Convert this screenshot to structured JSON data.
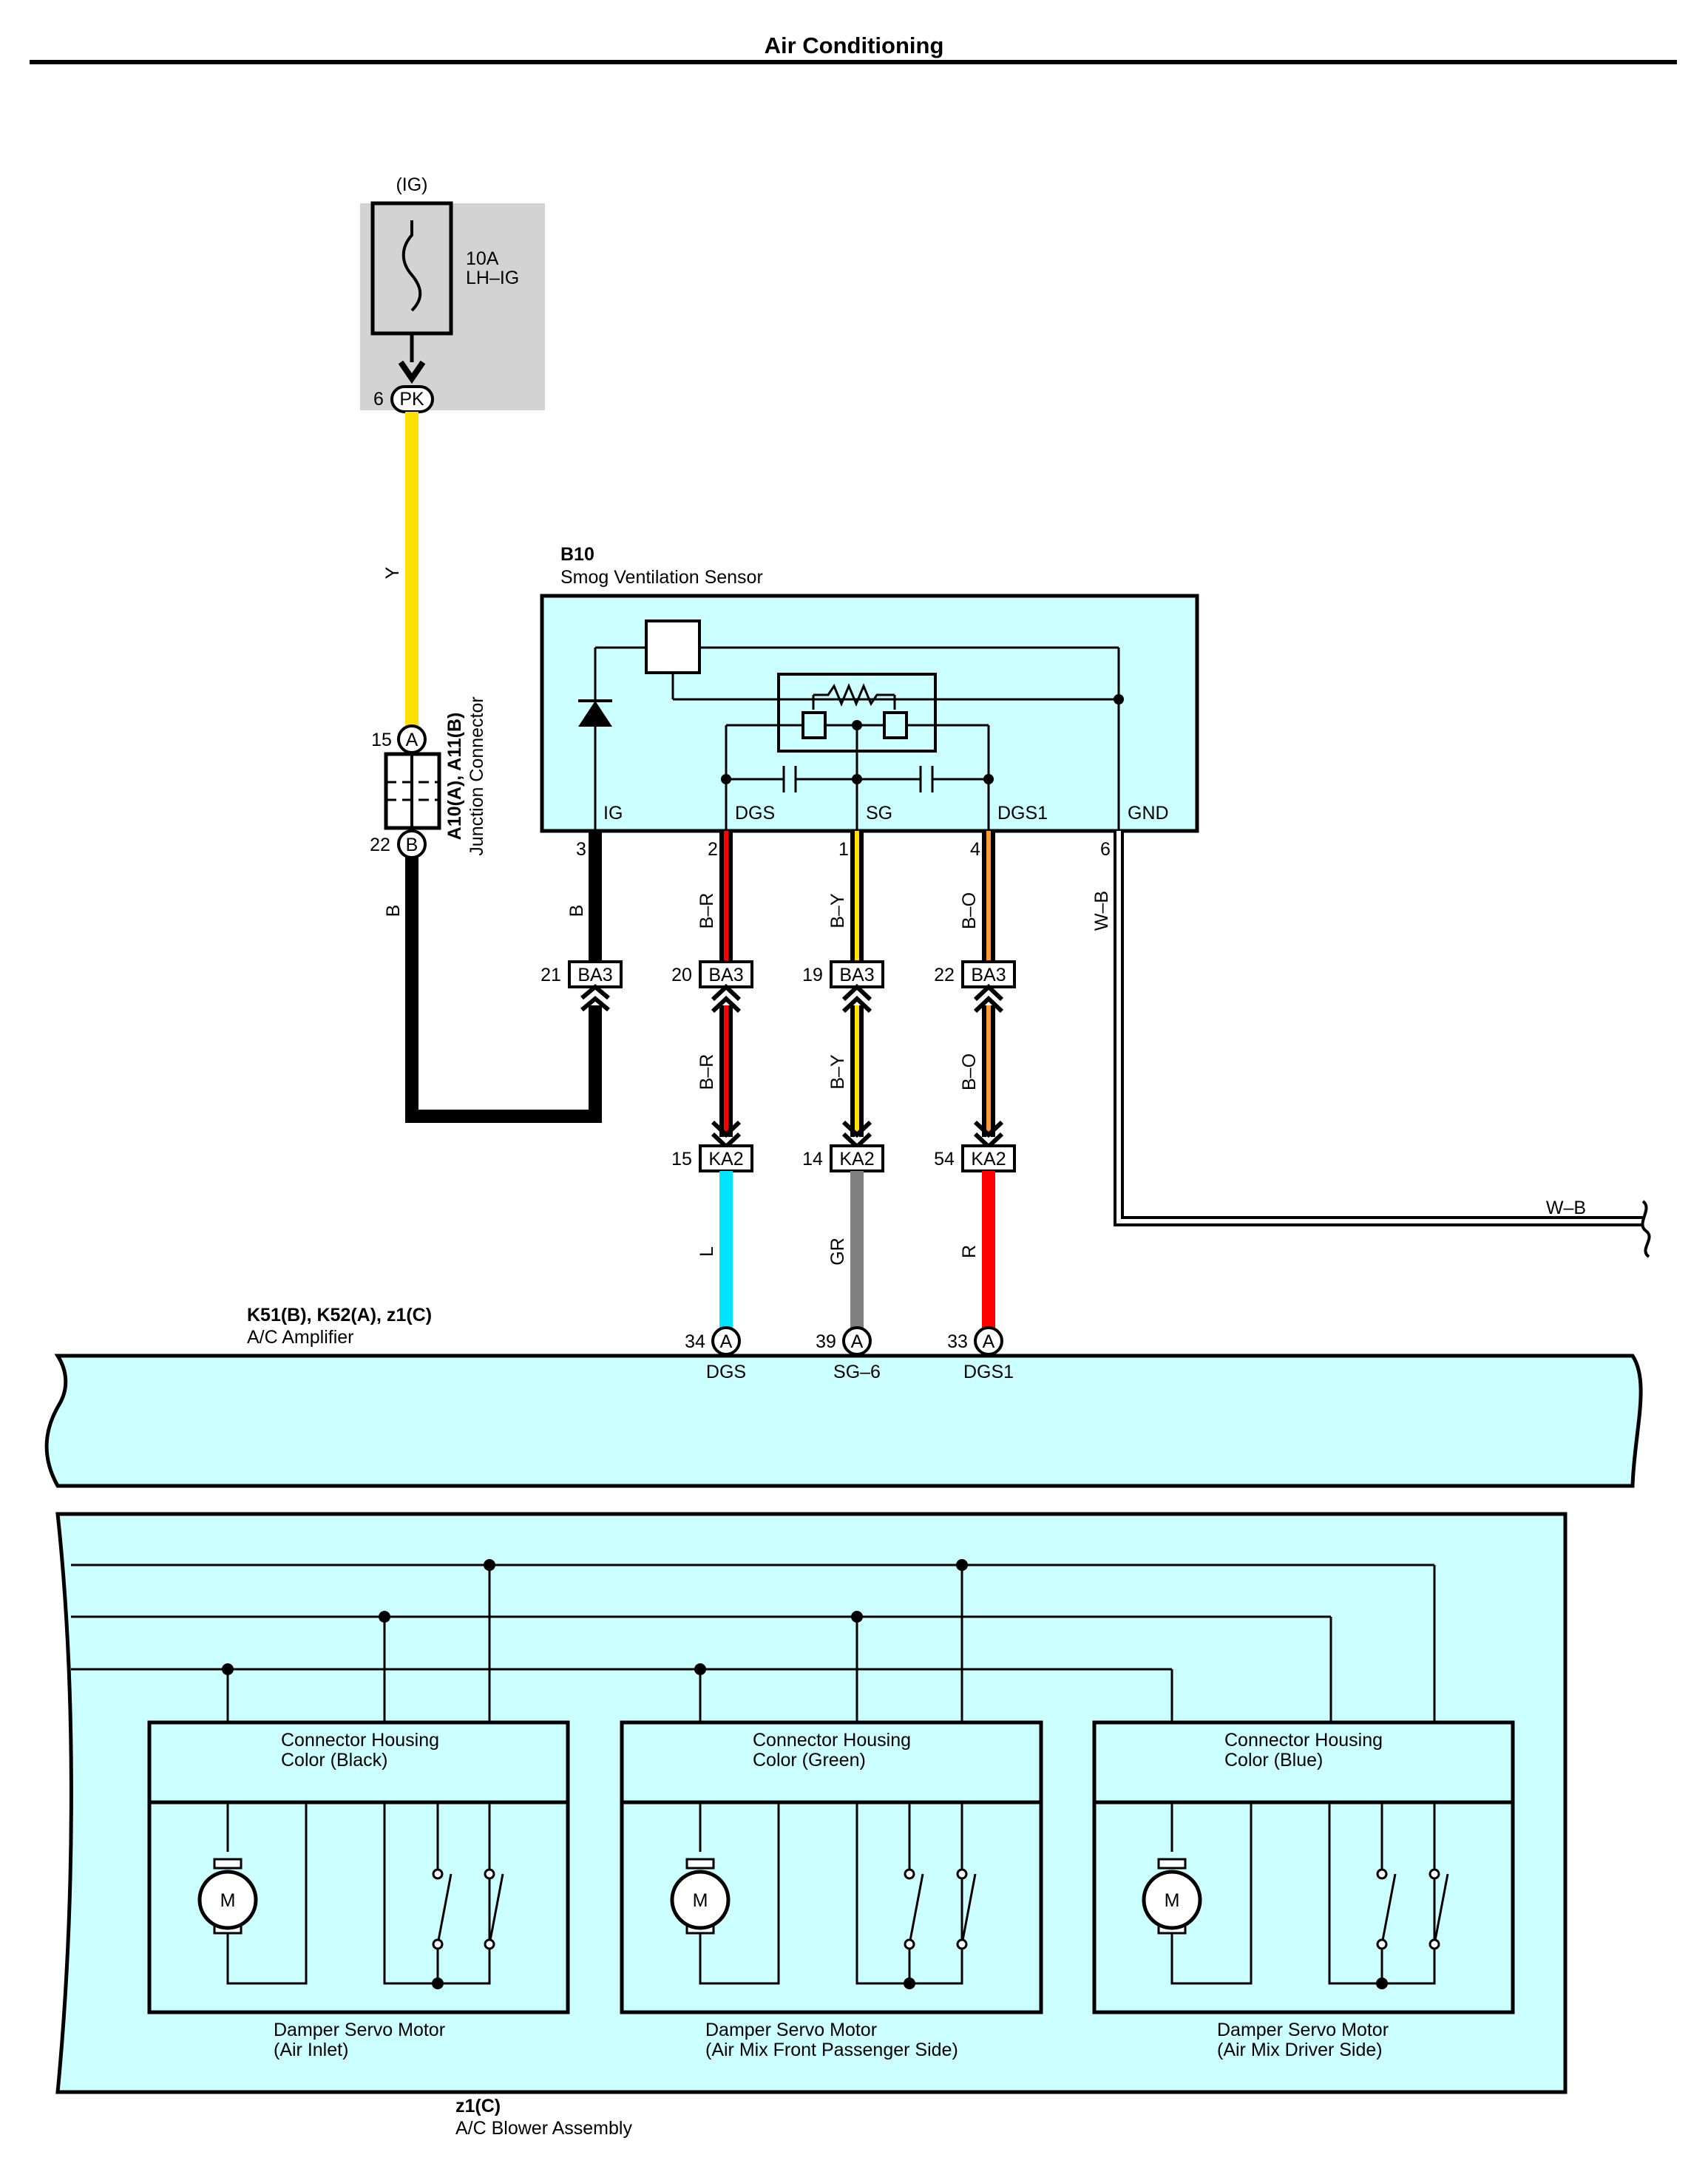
{
  "title": "Air Conditioning",
  "colors": {
    "component_fill": "#ccffff",
    "fuse_box_fill": "#d3d3d3",
    "wire_Y": "#ffe000",
    "wire_B": "#000000",
    "wire_R": "#ff0000",
    "wire_L": "#00e5ff",
    "wire_GR": "#808080",
    "wire_O": "#ff9933",
    "wire_W": "#ffffff"
  },
  "fuse": {
    "circuit": "(IG)",
    "rating": "10A",
    "name": "LH–IG",
    "pin_number": "6",
    "pin_code": "PK"
  },
  "junction": {
    "id": "A10(A), A11(B)",
    "name": "Junction Connector",
    "pin_top_number": "15",
    "pin_top_code": "A",
    "pin_bottom_number": "22",
    "pin_bottom_code": "B"
  },
  "sensor": {
    "id": "B10",
    "name": "Smog Ventilation Sensor",
    "pins": [
      {
        "name": "IG",
        "number": "3"
      },
      {
        "name": "DGS",
        "number": "2"
      },
      {
        "name": "SG",
        "number": "1"
      },
      {
        "name": "DGS1",
        "number": "4"
      },
      {
        "name": "GND",
        "number": "6"
      }
    ]
  },
  "wires": {
    "fuse_to_junction": "Y",
    "junction_to_ba3": "B",
    "ig_to_ba3": "B",
    "gnd": "W–B",
    "gnd_continue": "W–B",
    "upper": [
      "B–R",
      "B–Y",
      "B–O"
    ],
    "middle": [
      "B–R",
      "B–Y",
      "B–O"
    ],
    "lower": [
      "L",
      "GR",
      "R"
    ]
  },
  "ba3_pins": [
    {
      "number": "21",
      "code": "BA3"
    },
    {
      "number": "20",
      "code": "BA3"
    },
    {
      "number": "19",
      "code": "BA3"
    },
    {
      "number": "22",
      "code": "BA3"
    }
  ],
  "ka2_pins": [
    {
      "number": "15",
      "code": "KA2"
    },
    {
      "number": "14",
      "code": "KA2"
    },
    {
      "number": "54",
      "code": "KA2"
    }
  ],
  "amplifier": {
    "id": "K51(B), K52(A), z1(C)",
    "name": "A/C Amplifier",
    "pins": [
      {
        "number": "34",
        "code": "A",
        "name": "DGS"
      },
      {
        "number": "39",
        "code": "A",
        "name": "SG–6"
      },
      {
        "number": "33",
        "code": "A",
        "name": "DGS1"
      }
    ]
  },
  "blower": {
    "id": "z1(C)",
    "name": "A/C Blower Assembly",
    "motor_symbol": "M",
    "motors": [
      {
        "housing_line1": "Connector Housing",
        "housing_line2": "Color (Black)",
        "name_line1": "Damper Servo Motor",
        "name_line2": "(Air Inlet)"
      },
      {
        "housing_line1": "Connector Housing",
        "housing_line2": "Color (Green)",
        "name_line1": "Damper Servo Motor",
        "name_line2": "(Air Mix Front Passenger Side)"
      },
      {
        "housing_line1": "Connector Housing",
        "housing_line2": "Color (Blue)",
        "name_line1": "Damper Servo Motor",
        "name_line2": "(Air Mix Driver Side)"
      }
    ]
  }
}
